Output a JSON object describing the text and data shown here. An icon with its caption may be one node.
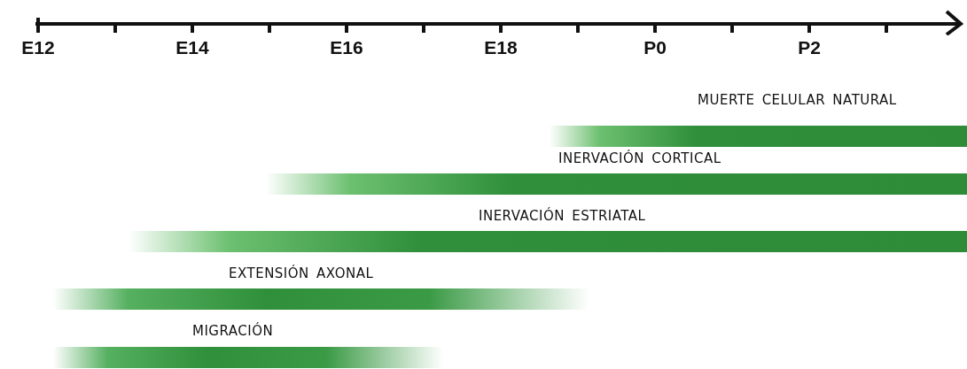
{
  "diagram": {
    "nodes": [
      {
        "text": [
          "MUERTE CELULAR NATURAL"
        ]
      },
      {
        "text": [
          "INERVACIÓN CORTICAL"
        ]
      },
      {
        "text": [
          "INERVACIÓN ESTRIATAL"
        ]
      },
      {
        "text": [
          "EXTENSIÓN AXONAL"
        ]
      },
      {
        "text": [
          "MIGRACIÓN"
        ]
      }
    ],
    "labels": [
      "E12",
      "E14",
      "E16",
      "E18",
      "P0",
      "P2"
    ]
  }
}
